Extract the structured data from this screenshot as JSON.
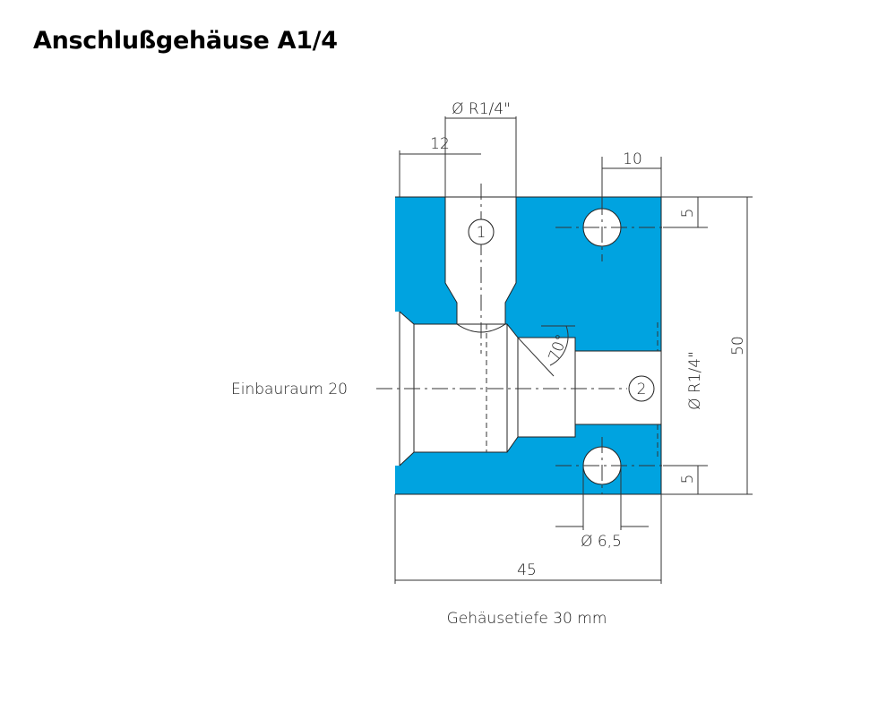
{
  "title": "Anschlußgehäuse A1/4",
  "colors": {
    "body_fill": "#00a3e0",
    "line": "#222222",
    "background": "#ffffff"
  },
  "dimensions": {
    "top_thread": "Ø R1/4\"",
    "top_offset": "12",
    "hole_offset": "10",
    "hole_top_edge": "5",
    "hole_bottom_edge": "5",
    "height": "50",
    "side_thread": "Ø R1/4\"",
    "angle": "70°",
    "hole_diameter": "Ø 6,5",
    "width": "45"
  },
  "markers": {
    "port_1": "1",
    "port_2": "2"
  },
  "labels": {
    "installation_space": "Einbauraum 20",
    "housing_depth": "Gehäusetiefe 30 mm"
  }
}
